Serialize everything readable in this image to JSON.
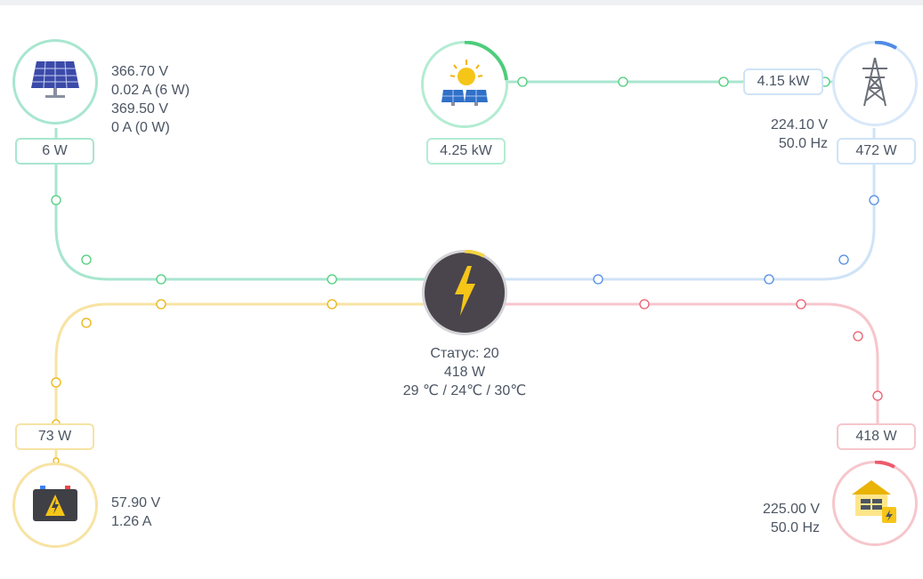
{
  "colors": {
    "pv": "#a8e6cf",
    "grid": "#cfe3f7",
    "battery": "#f7e3a3",
    "load": "#f6c6cc",
    "inverter": "#4a454c",
    "dot_pv": "#4ccd7a",
    "dot_grid": "#4f8be5",
    "dot_battery": "#eab308",
    "dot_load": "#ec5b6c"
  },
  "pv_array": {
    "line1": "366.70 V",
    "line2": "0.02 A (6 W)",
    "line3": "369.50 V",
    "line4": "0 A (0 W)",
    "power": "6 W",
    "icon": "solar-panel-icon"
  },
  "solar_total": {
    "power": "4.25 kW",
    "icon": "solar-sun-icon"
  },
  "grid": {
    "flow": "4.15 kW",
    "voltage": "224.10 V",
    "frequency": "50.0 Hz",
    "power": "472 W",
    "icon": "power-tower-icon"
  },
  "inverter": {
    "status": "Статус: 20",
    "power": "418 W",
    "temps": "29 ℃ / 24℃ / 30℃",
    "icon": "lightning-icon"
  },
  "battery": {
    "power": "73 W",
    "voltage": "57.90 V",
    "current": "1.26 A",
    "icon": "battery-icon"
  },
  "home": {
    "power": "418 W",
    "voltage": "225.00 V",
    "frequency": "50.0 Hz",
    "icon": "house-icon"
  }
}
